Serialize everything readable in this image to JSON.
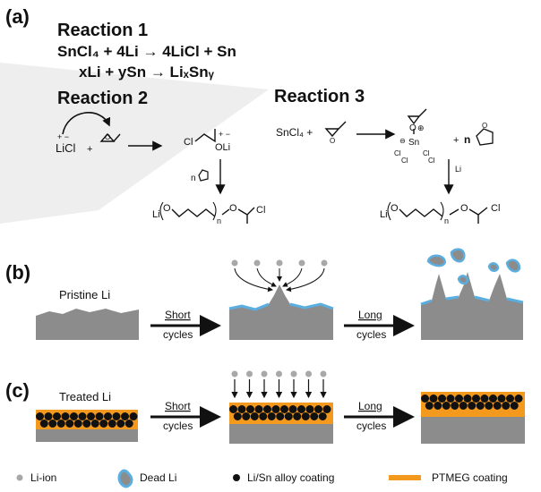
{
  "panels": {
    "a": "(a)",
    "b": "(b)",
    "c": "(c)"
  },
  "reactions": {
    "r1_title": "Reaction 1",
    "r1_eq1": "SnCl₄ + 4Li → 4LiCl + Sn",
    "r1_eq2": "xLi + ySn → LiₓSnᵧ",
    "r2_title": "Reaction 2",
    "r3_title": "Reaction 3"
  },
  "reaction2": {
    "licl": "LiCl",
    "plus": "+",
    "charges": "+ −",
    "intermediate_cl": "Cl",
    "intermediate_oli": "OLi",
    "intermediate_charges": "+ −",
    "reagent": "n",
    "product_li": "Li",
    "product_n": "n",
    "product_cl": "Cl",
    "product_o1": "O",
    "product_o2": "O"
  },
  "reaction3": {
    "sncl4": "SnCl₄ +",
    "plus": "+",
    "n": "n",
    "complex_o": "O",
    "complex_oplus": "⊕",
    "complex_sn": "Sn",
    "complex_ominus": "⊖",
    "complex_cl": "Cl",
    "arrow_label": "Li",
    "product_li": "Li",
    "product_n": "n",
    "product_cl": "Cl",
    "product_o1": "O",
    "product_o2": "O"
  },
  "panel_b": {
    "label": "Pristine Li",
    "short_arrow": "Short",
    "short_arrow2": "cycles",
    "long_arrow": "Long",
    "long_arrow2": "cycles"
  },
  "panel_c": {
    "label": "Treated Li",
    "short_arrow": "Short",
    "short_arrow2": "cycles",
    "long_arrow": "Long",
    "long_arrow2": "cycles"
  },
  "legend": {
    "li_ion": "Li-ion",
    "dead_li": "Dead Li",
    "alloy": "Li/Sn alloy coating",
    "ptmeg": "PTMEG coating"
  },
  "colors": {
    "metal": "#8c8c8c",
    "dead_li": "#5aaee0",
    "alloy": "#111111",
    "ptmeg": "#f39a1e",
    "ion": "#a8a8a8"
  }
}
